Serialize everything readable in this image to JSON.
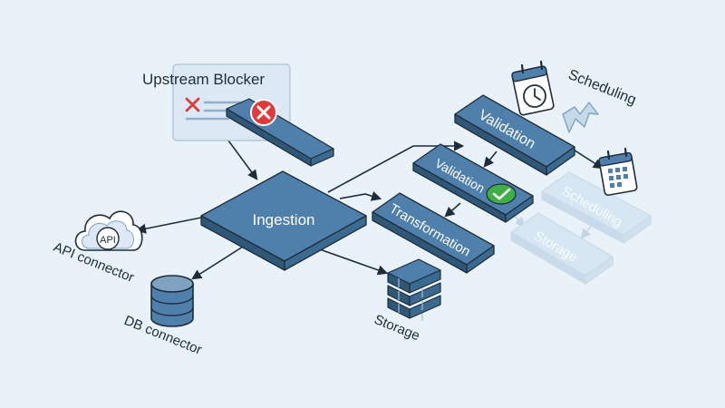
{
  "diagram": {
    "nodes": {
      "upstream_blocker": "Upstream Blocker",
      "ingestion": "Ingestion",
      "validation_primary": "Validation",
      "validation_secondary": "Validation",
      "transformation": "Transformation",
      "scheduling_label": "Scheduling",
      "scheduling_faded": "Scheduling",
      "storage_faded": "Storage",
      "storage": "Storage",
      "api_connector": "API connector",
      "api_icon_text": "API",
      "db_connector": "DB connector"
    },
    "colors": {
      "background": "#e9f2f8",
      "node_top": "#4f7fab",
      "node_side": "#2f5878",
      "node_faded": "#d6e6f2",
      "blocker_panel": "#dce8f3",
      "error_red": "#e03a3a",
      "success_green": "#3fae47",
      "connector_line": "#1f2d3a"
    },
    "icons": [
      "error-x-icon",
      "checkmark-icon",
      "calendar-clock-icon",
      "cycle-arrow-icon",
      "calendar-icon",
      "cloud-api-icon",
      "database-icon",
      "storage-stack-icon"
    ]
  }
}
